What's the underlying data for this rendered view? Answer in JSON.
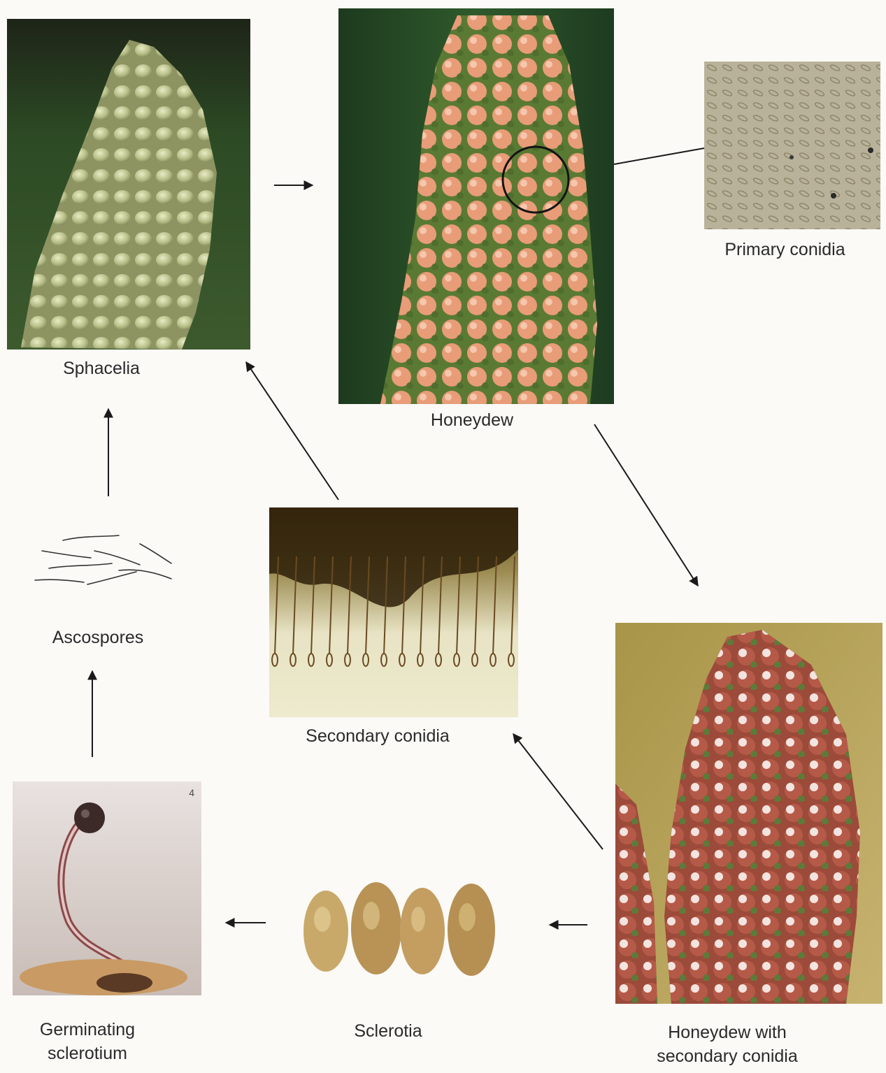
{
  "diagram": {
    "stages": {
      "sphacelia": {
        "label": "Sphacelia"
      },
      "honeydew": {
        "label": "Honeydew"
      },
      "primary_conidia": {
        "label": "Primary conidia"
      },
      "honeydew_secondary": {
        "label_line1": "Honeydew with",
        "label_line2": "secondary conidia"
      },
      "secondary_conidia": {
        "label": "Secondary conidia"
      },
      "sclerotia": {
        "label": "Sclerotia"
      },
      "germinating_sclerotium": {
        "label_line1": "Germinating",
        "label_line2": "sclerotium",
        "corner_number": "4"
      },
      "ascospores": {
        "label": "Ascospores"
      }
    }
  },
  "colors": {
    "arrow": "#1a1a1a",
    "sphacelia_bg": "#2c4a24",
    "honeydew_bg": "#2f5a2c",
    "honeydew_drops": "#e89c78",
    "primary_conidia_bg": "#b9b29a",
    "secondary_conidia_bg": "#e7e3c4",
    "honeydew_secondary_bg": "#b8a45a",
    "sclerotia_color": "#c9a96a"
  }
}
